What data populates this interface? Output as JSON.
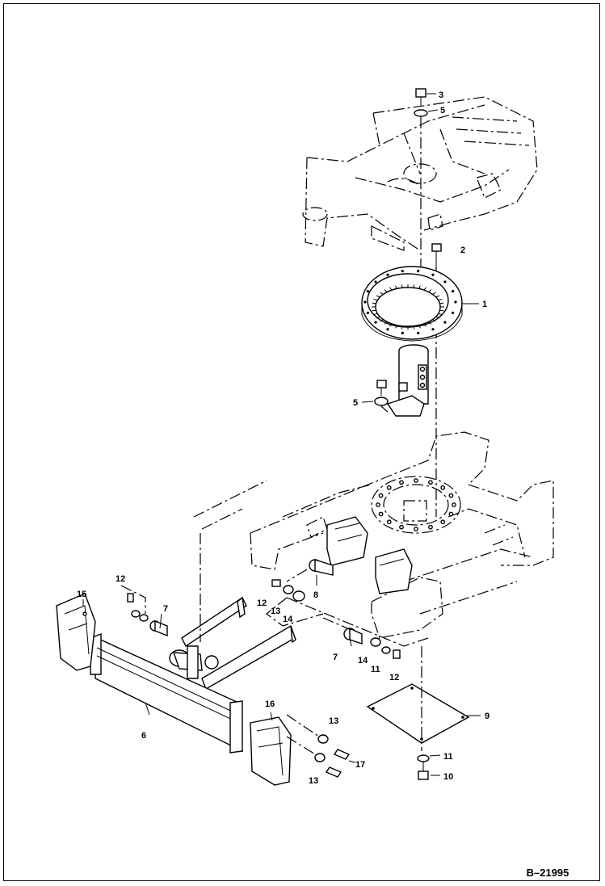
{
  "figure_ref": "B–21995",
  "callouts": {
    "c1": "1",
    "c2": "2",
    "c3": "3",
    "c5a": "5",
    "c5b": "5",
    "c6": "6",
    "c7a": "7",
    "c7b": "7",
    "c8": "8",
    "c9": "9",
    "c10": "10",
    "c11a": "11",
    "c11b": "11",
    "c12a": "12",
    "c12b": "12",
    "c12c": "12",
    "c13a": "13",
    "c13b": "13",
    "c13c": "13",
    "c14a": "14",
    "c14b": "14",
    "c15": "15",
    "c16": "16",
    "c17": "17"
  }
}
